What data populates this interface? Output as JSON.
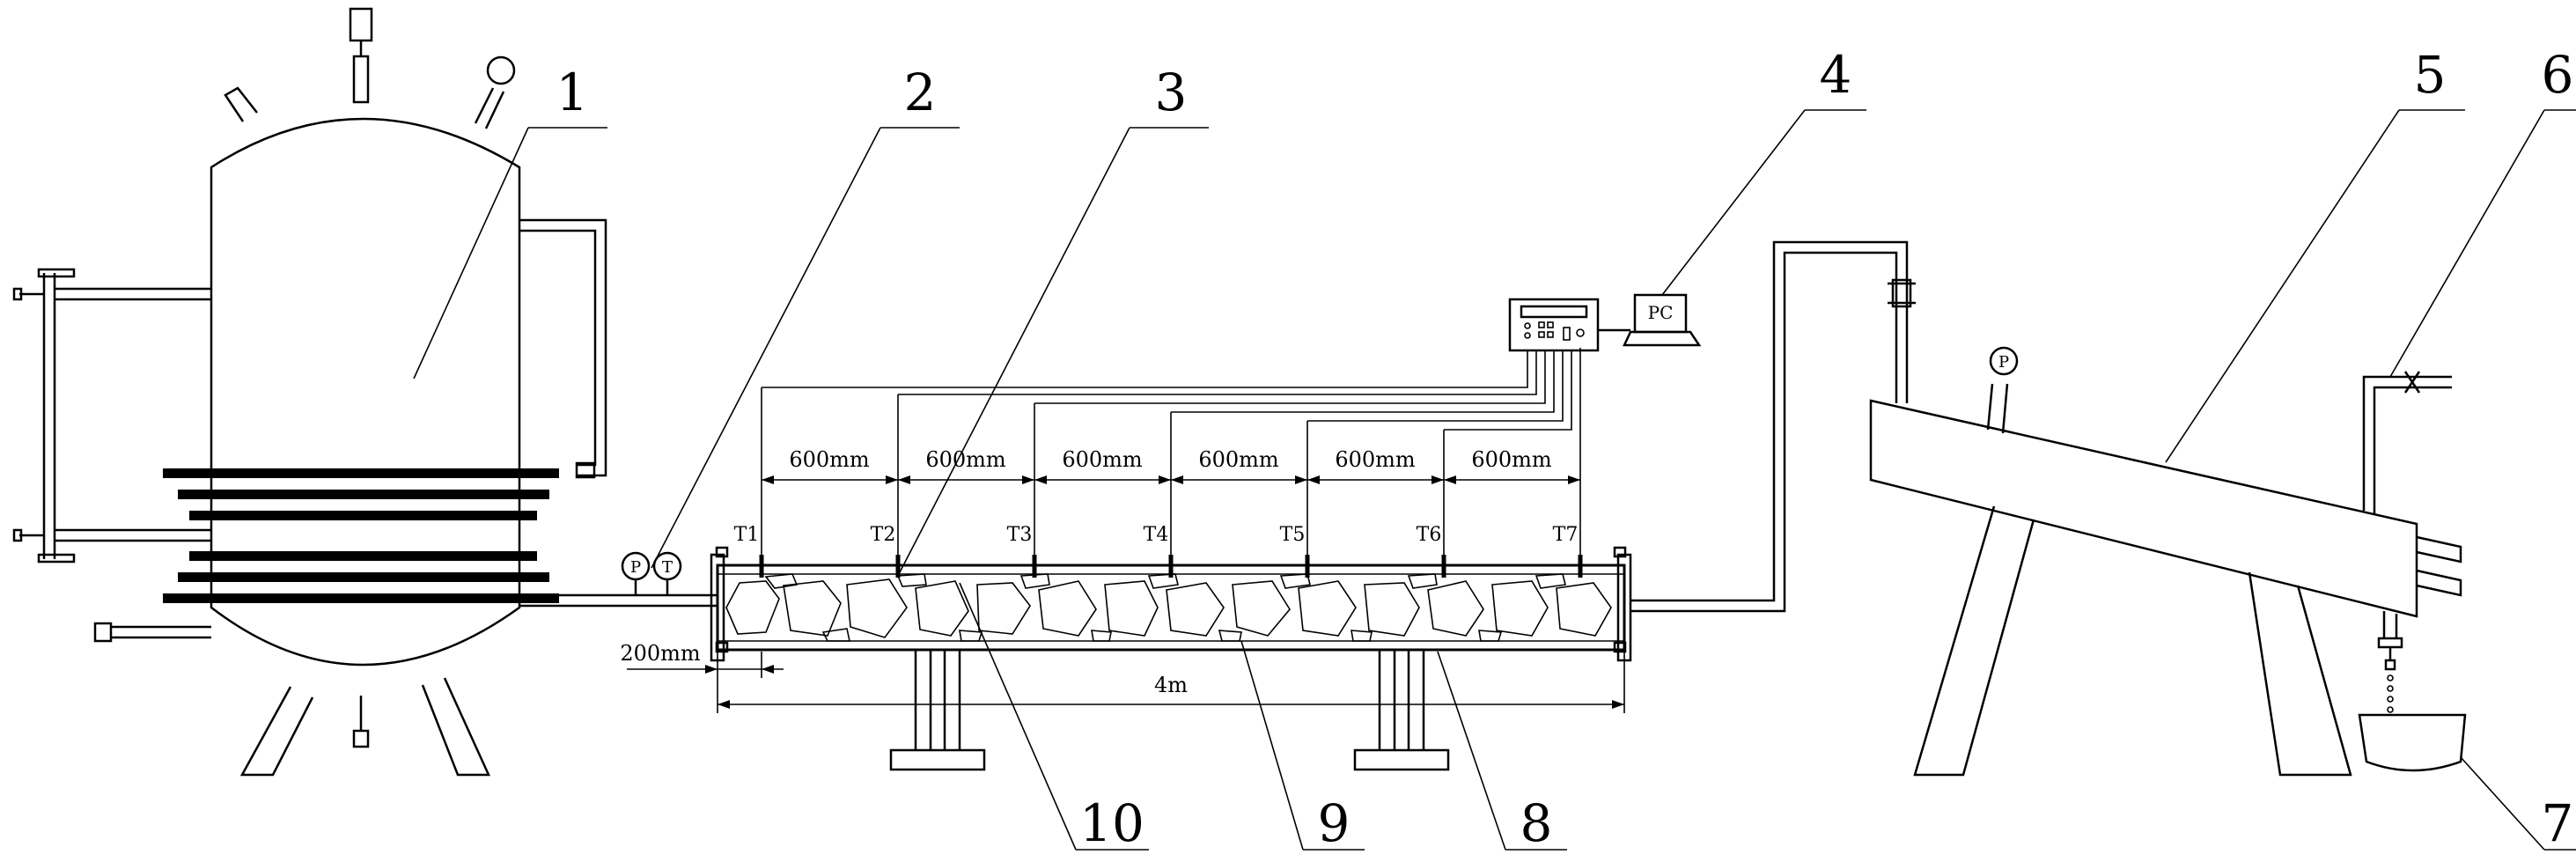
{
  "callouts": [
    "1",
    "2",
    "3",
    "4",
    "5",
    "6",
    "7",
    "8",
    "9",
    "10"
  ],
  "thermocouples": [
    "T1",
    "T2",
    "T3",
    "T4",
    "T5",
    "T6",
    "T7"
  ],
  "spacing_labels": [
    "600mm",
    "600mm",
    "600mm",
    "600mm",
    "600mm",
    "600mm"
  ],
  "offset_label": "200mm",
  "length_label": "4m",
  "gauge_labels": {
    "pressure": "P",
    "temperature": "T"
  },
  "computer_label": "PC"
}
